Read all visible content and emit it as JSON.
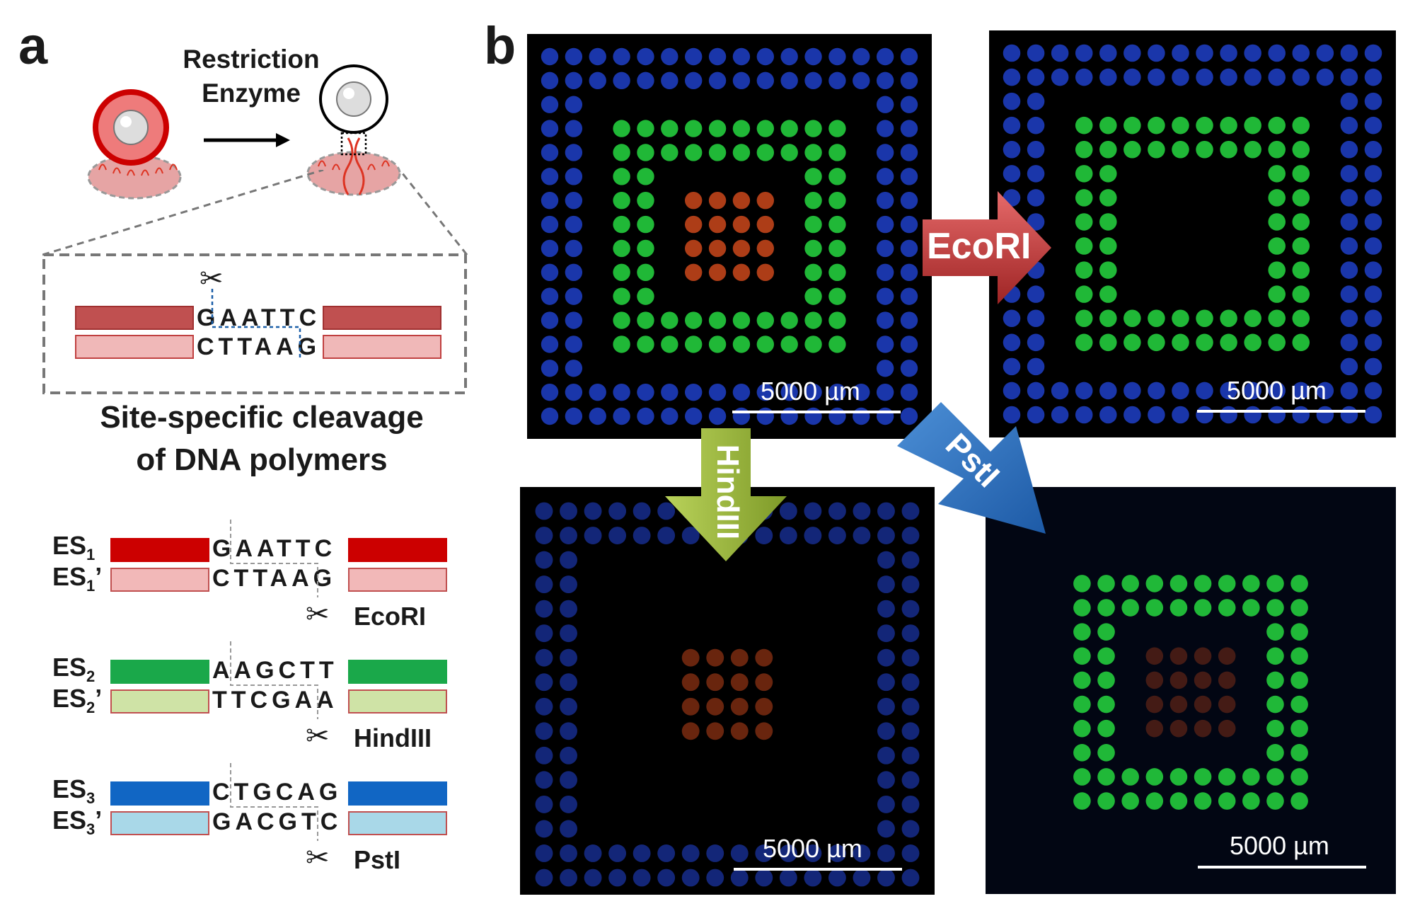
{
  "panel_a": {
    "letter": "a",
    "arrow_label_line1": "Restriction",
    "arrow_label_line2": "Enzyme",
    "zoom_box": {
      "top_seq": "GAATTC",
      "bottom_seq": "CTTAAG"
    },
    "caption_line1": "Site-specific cleavage",
    "caption_line2": "of DNA polymers",
    "strands": [
      {
        "label": "ES",
        "sub": "1",
        "label_prime": "ES",
        "sub_prime": "1",
        "top_seq": "GAATTC",
        "bottom_seq": "CTTAAG",
        "enzyme": "EcoRI",
        "dark_color": "#cc0000",
        "light_color": "#f2b8b8"
      },
      {
        "label": "ES",
        "sub": "2",
        "label_prime": "ES",
        "sub_prime": "2",
        "top_seq": "AAGCTT",
        "bottom_seq": "TTCGAA",
        "enzyme": "HindIII",
        "dark_color": "#1aa84a",
        "light_color": "#cfe3a6"
      },
      {
        "label": "ES",
        "sub": "3",
        "label_prime": "ES",
        "sub_prime": "3",
        "top_seq": "CTGCAG",
        "bottom_seq": "GACGTC",
        "enzyme": "PstI",
        "dark_color": "#1166c4",
        "light_color": "#a9d8e8"
      }
    ]
  },
  "panel_b": {
    "letter": "b",
    "arrows": {
      "ecori": "EcoRI",
      "hindiii": "HindIII",
      "psti": "PstI"
    },
    "scale_label": "5000 µm",
    "colors": {
      "blue_spot": "#1f3fc8",
      "green_spot": "#22c23a",
      "red_spot": "#c0441a",
      "ecori_arrow": "#c83a3a",
      "hindiii_arrow": "#98b83a",
      "psti_arrow": "#2f72c0"
    }
  }
}
